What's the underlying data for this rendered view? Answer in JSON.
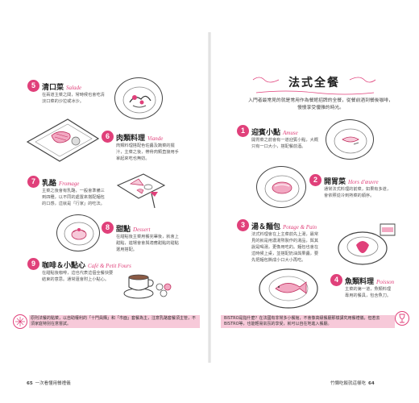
{
  "left_page": {
    "page_number": "65",
    "running_title": "一次看懂用餐禮儀",
    "courses": [
      {
        "num": "5",
        "title": "清口菜",
        "fr": "Salade",
        "desc": "在兩道主菜之間，常時候也會吃清淡口菜的沙拉或冰沙。"
      },
      {
        "num": "6",
        "title": "肉類料理",
        "fr": "Viande",
        "desc": "肉類料理搭配色佐醬及蔬菜的擺汁，主菜之後，帶骨肉類直接用手拿起來吃也無妨。"
      },
      {
        "num": "7",
        "title": "乳酪",
        "fr": "Fromage",
        "desc": "主菜之後會有乳酪，一般會準備三到四種，以不同的處置來搭配麵包的口感，這就是「行家」的吃法。"
      },
      {
        "num": "8",
        "title": "甜點",
        "fr": "Dessert",
        "desc": "在甜點後主菜用餐完畢後，就會上甜點，進場會會與適應甜點的甜點選用搭配。"
      },
      {
        "num": "9",
        "title": "咖啡＆小點心",
        "fr": "Café & Petit Fours",
        "desc": "在甜點後咖啡，這也代表這個全餐快要結束的意思。通常還會附上小點心。"
      }
    ],
    "tip": "原則法餐的點菜，以自助權利的「十門員購」和「市面」套餐為主，注意乳酪套餐須主管，不須家庭特別在意嘗試。"
  },
  "right_page": {
    "page_number": "64",
    "running_title": "竹懶吃飯就這樣吃",
    "main_title": "法式全餐",
    "intro": "入門者最常見的就是常用作為餐館招牌的全餐，從餐前酒到餐後咖啡，慢慢享受優雅的時光。",
    "courses": [
      {
        "num": "1",
        "title": "迎賓小點",
        "fr": "Amuse",
        "desc": "開胃菜之前會有一道迎賓小點，大概只有一口大小，搭配餐前酒。"
      },
      {
        "num": "2",
        "title": "開胃菜",
        "fr": "Hors d'œuvre",
        "desc": "通常法式料理的前菜，如果有多道，會依照從冷到熱菜的順序。"
      },
      {
        "num": "3",
        "title": "湯＆麵包",
        "fr": "Potage & Pain",
        "desc": "法式料理會在上主菜前先上湯，最常見的就是用濃湯熬製作的湯品，與其說是喝湯，更像用吃的。麵包也會在這時候上桌，並搭配奶油與果醬，要先把麵包撕成小口大小再吃。"
      },
      {
        "num": "4",
        "title": "魚類料理",
        "fr": "Poisson",
        "desc": "主菜的第一道，魚類料理專用的餐具，包含魚刀。"
      }
    ],
    "tip_label": "BISTRO",
    "tip": "BISTRO是指什麼？在法國有非常多小餐館，不會像高級餐廳那樣講究用餐禮儀，但若去BISTRO等，也能輕易氣氛的享受，就可以自在地進入餐廳。"
  },
  "colors": {
    "accent": "#e0407a",
    "tip_bg": "#f7c9d9"
  }
}
